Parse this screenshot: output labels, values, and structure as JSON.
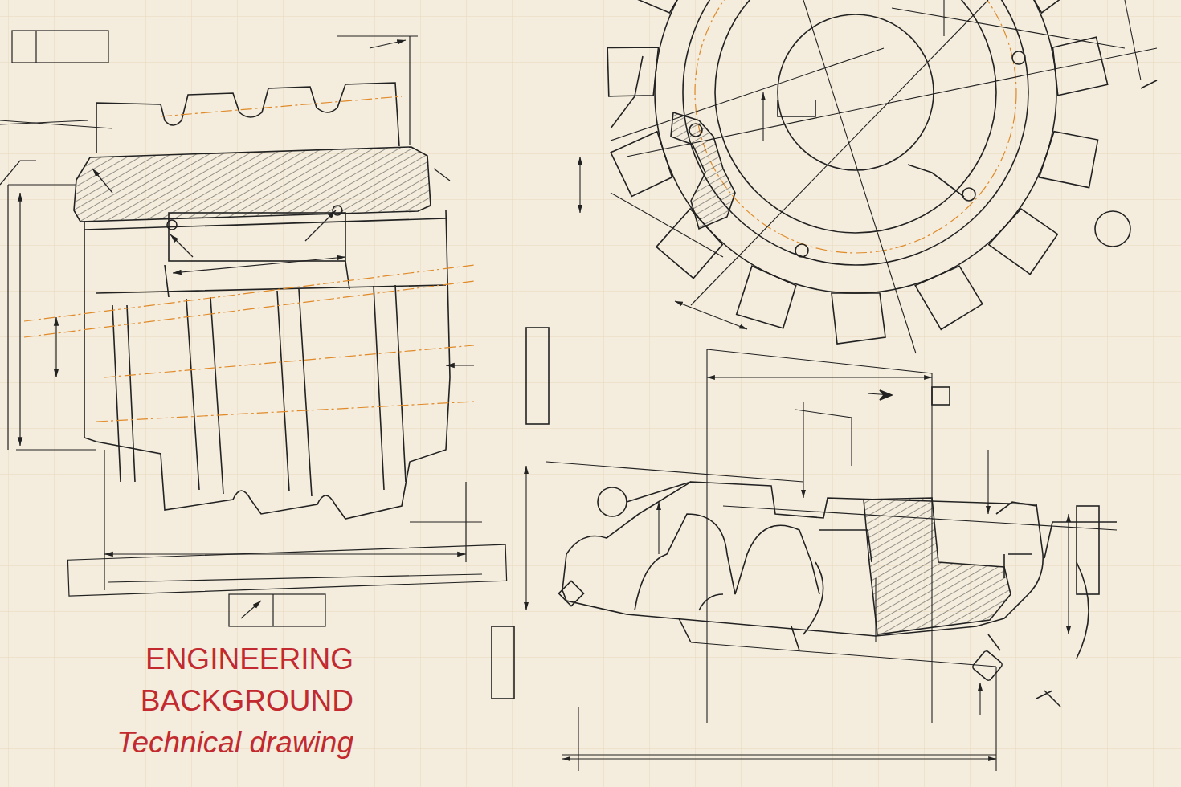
{
  "diagram": {
    "labels": [
      "ENGINEERING",
      "BACKGROUND",
      "Technical drawing"
    ]
  }
}
